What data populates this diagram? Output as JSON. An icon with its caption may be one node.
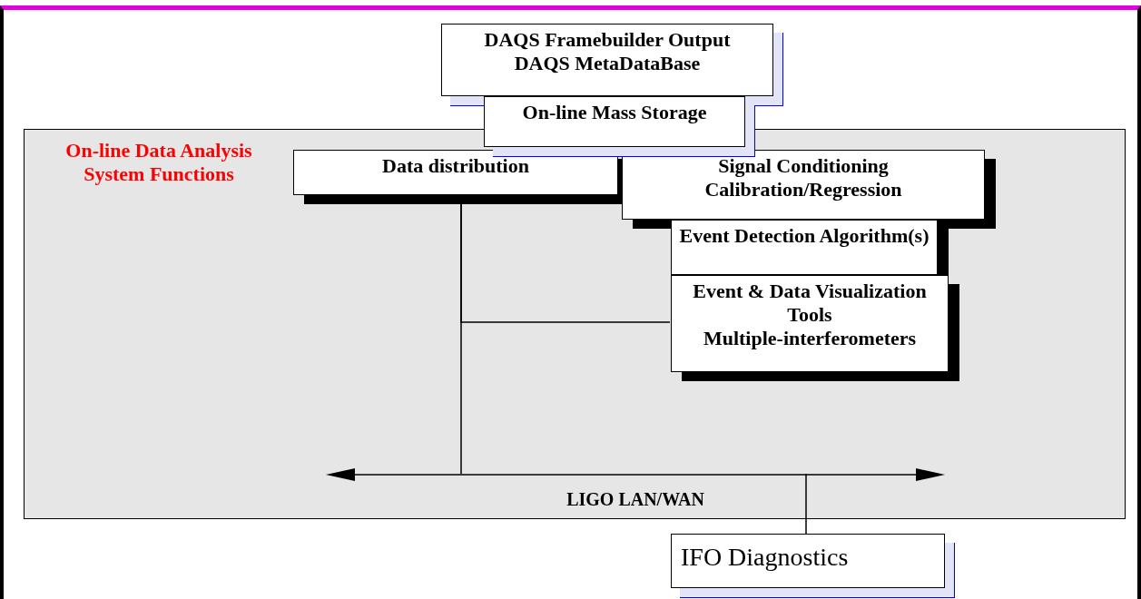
{
  "diagram": {
    "nodes": [
      {
        "text": [
          "On-line Data Analysis System Functions"
        ]
      },
      {
        "text": [
          "DAQS Framebuilder Output",
          "DAQS MetaDataBase"
        ]
      },
      {
        "text": [
          "On-line Mass Storage"
        ]
      },
      {
        "text": [
          "Data distribution"
        ],
        "in": 0
      },
      {
        "text": [
          "Signal Conditioning",
          "Calibration/Regression"
        ],
        "in": 0
      },
      {
        "text": [
          "Event Detection Algorithm(s)"
        ],
        "in": 0
      },
      {
        "text": [
          "Event & Data Visualization Tools",
          "Multiple-interferometers"
        ],
        "in": 0
      },
      {
        "text": [
          "LIGO LAN/WAN"
        ],
        "in": 0
      },
      {
        "text": [
          "IFO Diagnostics"
        ]
      }
    ],
    "edges": [
      {
        "from": 3,
        "to": 7,
        "arrow": "none"
      },
      {
        "from": 3,
        "to": 6,
        "arrow": "none"
      },
      {
        "from": 7,
        "to": 8,
        "arrow": "none"
      }
    ]
  }
}
